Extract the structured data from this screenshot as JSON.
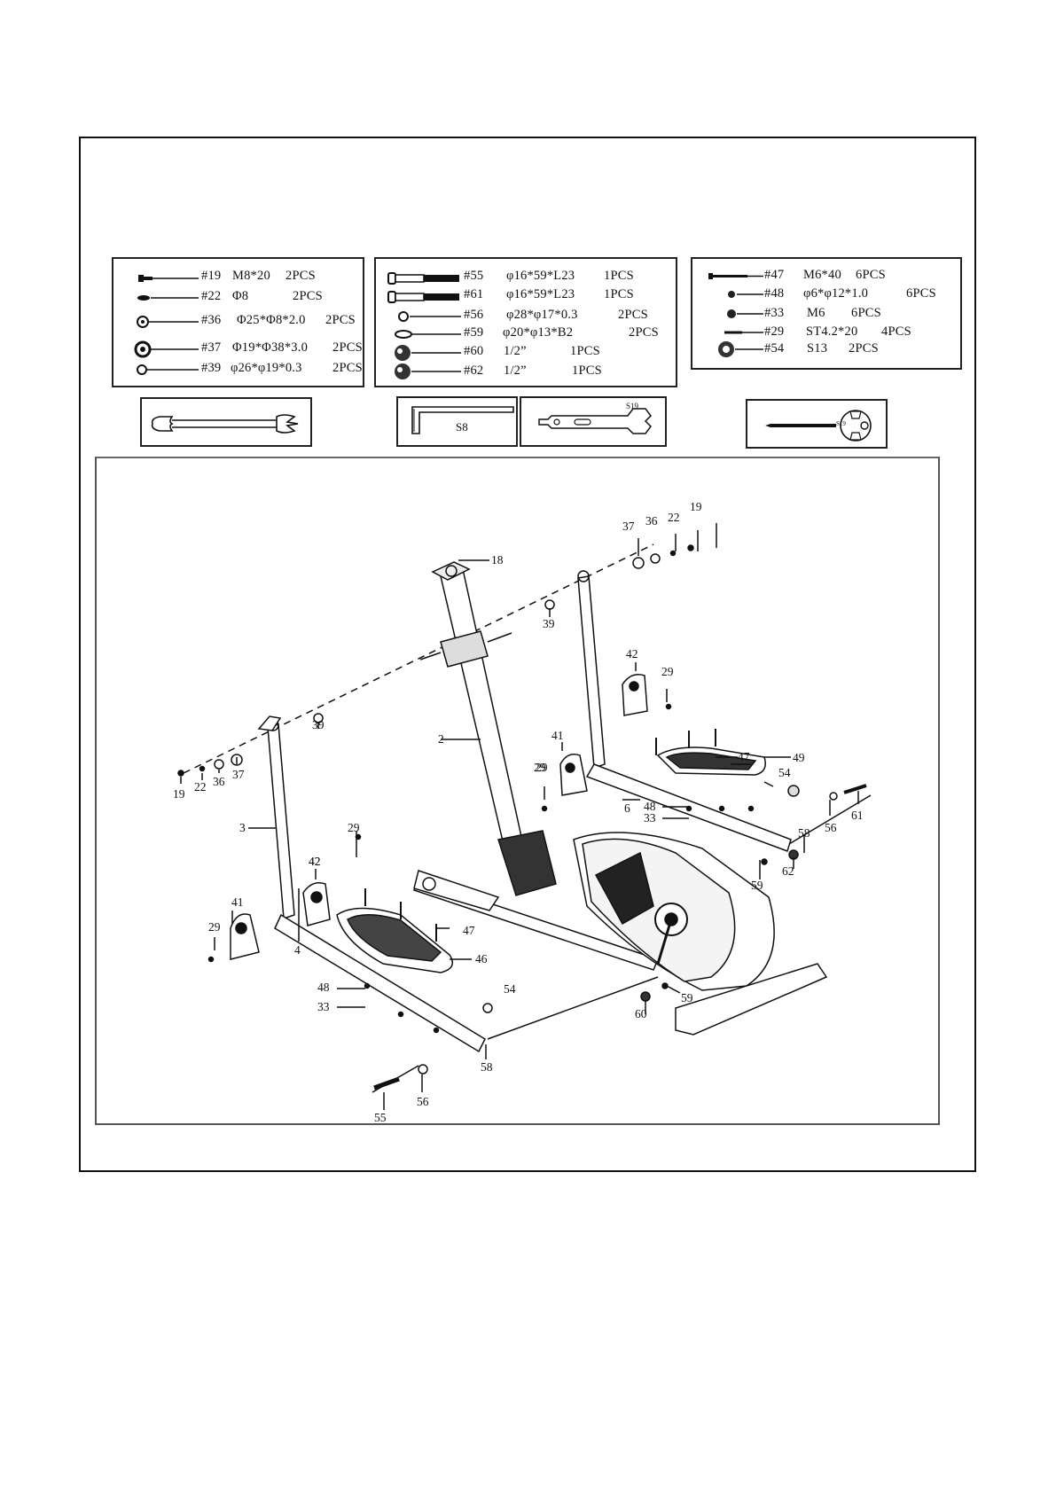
{
  "hardware": {
    "box1": [
      {
        "id": "#19",
        "spec": "M8*20",
        "qty": "2PCS"
      },
      {
        "id": "#22",
        "spec": "Φ8",
        "qty": "2PCS"
      },
      {
        "id": "#36",
        "spec": "Φ25*Φ8*2.0",
        "qty": "2PCS"
      },
      {
        "id": "#37",
        "spec": "Φ19*Φ38*3.0",
        "qty": "2PCS"
      },
      {
        "id": "#39",
        "spec": "φ26*φ19*0.3",
        "qty": "2PCS"
      }
    ],
    "box2": [
      {
        "id": "#55",
        "spec": "φ16*59*L23",
        "qty": "1PCS"
      },
      {
        "id": "#61",
        "spec": "φ16*59*L23",
        "qty": "1PCS"
      },
      {
        "id": "#56",
        "spec": "φ28*φ17*0.3",
        "qty": "2PCS"
      },
      {
        "id": "#59",
        "spec": "φ20*φ13*B2",
        "qty": "2PCS"
      },
      {
        "id": "#60",
        "spec": "1/2”",
        "qty": "1PCS"
      },
      {
        "id": "#62",
        "spec": "1/2”",
        "qty": "1PCS"
      }
    ],
    "box3": [
      {
        "id": "#47",
        "spec": "M6*40",
        "qty": "6PCS"
      },
      {
        "id": "#48",
        "spec": "φ6*φ12*1.0",
        "qty": "6PCS"
      },
      {
        "id": "#33",
        "spec": "M6",
        "qty": "6PCS"
      },
      {
        "id": "#29",
        "spec": "ST4.2*20",
        "qty": "4PCS"
      },
      {
        "id": "#54",
        "spec": "S13",
        "qty": "2PCS"
      }
    ]
  },
  "tools": {
    "allen_key_label": "S8",
    "wrench_label": "S19",
    "screwdriver_label": "S19"
  },
  "callouts": [
    "18",
    "19",
    "22",
    "36",
    "37",
    "39",
    "2",
    "3",
    "4",
    "6",
    "29",
    "41",
    "42",
    "46",
    "47",
    "48",
    "33",
    "49",
    "54",
    "58",
    "56",
    "61",
    "59",
    "62",
    "60",
    "55"
  ]
}
